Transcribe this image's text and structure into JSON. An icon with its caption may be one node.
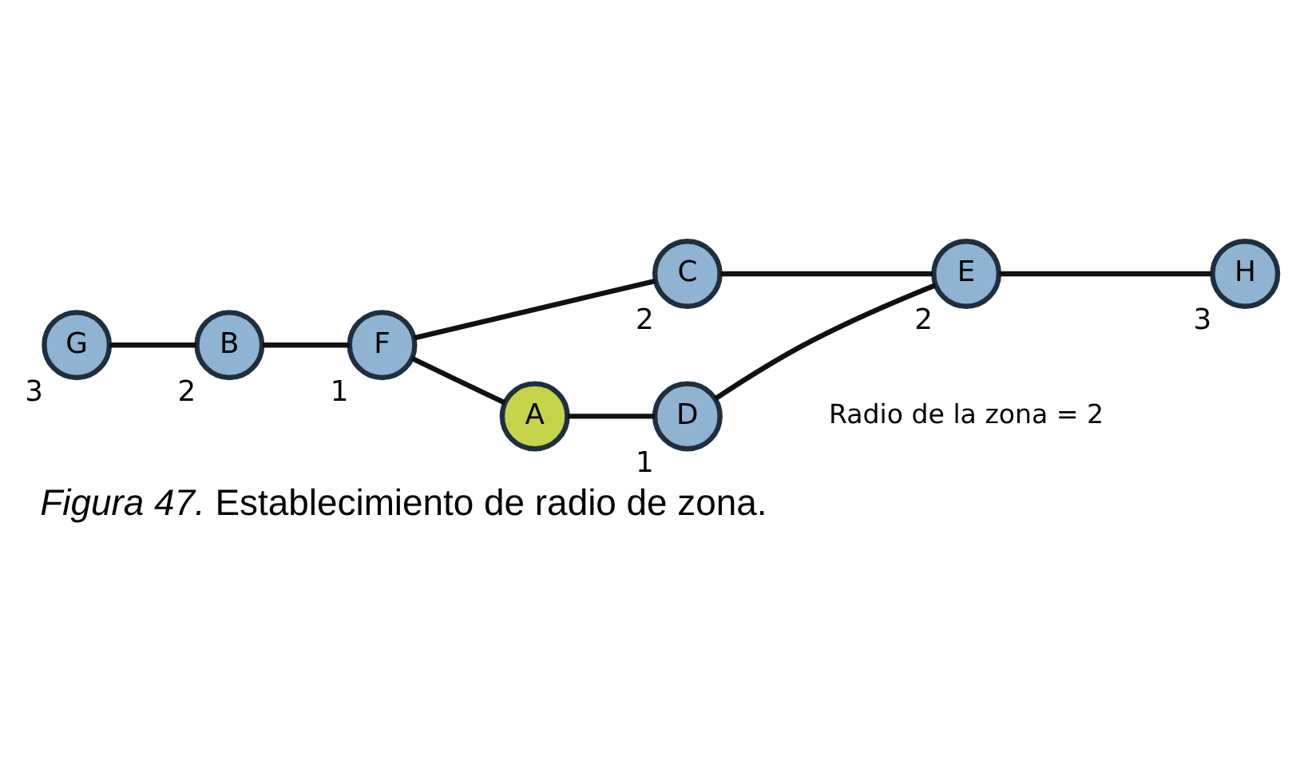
{
  "diagram": {
    "caption": "*Figura 47.* Establecimiento de radio de zona.",
    "nodes": [
      {
        "text": [
          "G"
        ],
        "beside": [
          "3"
        ]
      },
      {
        "text": [
          "B"
        ],
        "beside": [
          "2"
        ]
      },
      {
        "text": [
          "F"
        ],
        "beside": [
          "1"
        ]
      },
      {
        "text": [
          "C"
        ],
        "beside": [
          "2"
        ]
      },
      {
        "text": [
          "E"
        ],
        "beside": [
          "2"
        ]
      },
      {
        "text": [
          "H"
        ],
        "beside": [
          "3"
        ]
      },
      {
        "text": [
          "D"
        ],
        "beside": [
          "1"
        ]
      },
      {
        "text": [
          "A"
        ]
      }
    ],
    "edges": [
      {
        "from": 0,
        "to": 1,
        "arrow": "none"
      },
      {
        "from": 1,
        "to": 2,
        "arrow": "none"
      },
      {
        "from": 2,
        "to": 3,
        "arrow": "none"
      },
      {
        "from": 3,
        "to": 4,
        "arrow": "none"
      },
      {
        "from": 4,
        "to": 5,
        "arrow": "none"
      },
      {
        "from": 2,
        "to": 7,
        "arrow": "none"
      },
      {
        "from": 7,
        "to": 6,
        "arrow": "none"
      },
      {
        "from": 6,
        "to": 4,
        "arrow": "none"
      }
    ],
    "labels": [
      "Radio de la zona = 2"
    ]
  }
}
